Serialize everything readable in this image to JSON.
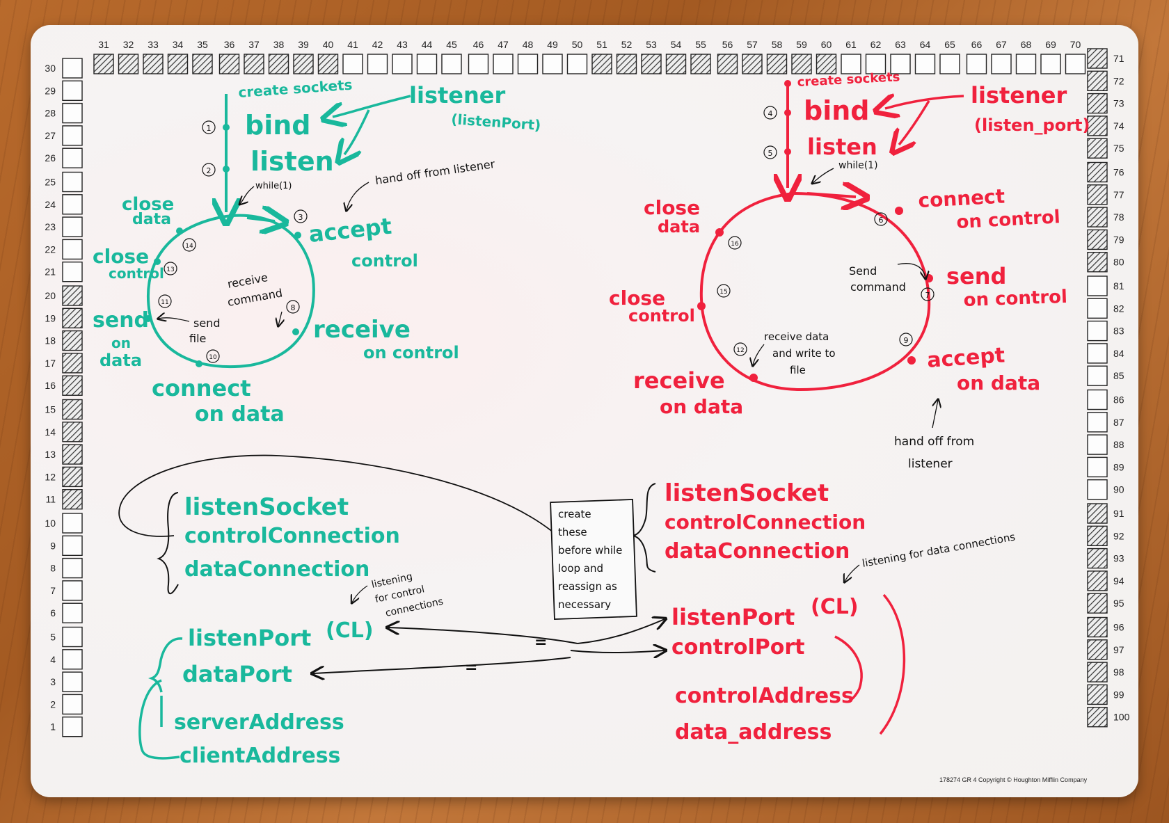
{
  "board": {
    "top_numbers": [
      "31",
      "32",
      "33",
      "34",
      "35",
      "36",
      "37",
      "38",
      "39",
      "40",
      "41",
      "42",
      "43",
      "44",
      "45",
      "46",
      "47",
      "48",
      "49",
      "50",
      "51",
      "52",
      "53",
      "54",
      "55",
      "56",
      "57",
      "58",
      "59",
      "60",
      "61",
      "62",
      "63",
      "64",
      "65",
      "66",
      "67",
      "68",
      "69",
      "70"
    ],
    "left_numbers": [
      "30",
      "29",
      "28",
      "27",
      "26",
      "25",
      "24",
      "23",
      "22",
      "21",
      "20",
      "19",
      "18",
      "17",
      "16",
      "15",
      "14",
      "13",
      "12",
      "11",
      "10",
      "9",
      "8",
      "7",
      "6",
      "5",
      "4",
      "3",
      "2",
      "1"
    ],
    "right_numbers": [
      "71",
      "72",
      "73",
      "74",
      "75",
      "76",
      "77",
      "78",
      "79",
      "80",
      "81",
      "82",
      "83",
      "84",
      "85",
      "86",
      "87",
      "88",
      "89",
      "90",
      "91",
      "92",
      "93",
      "94",
      "95",
      "96",
      "97",
      "98",
      "99",
      "100"
    ],
    "copyright": "178274 GR 4 Copyright © Houghton Mifflin Company"
  },
  "colors": {
    "teal": "#19b89c",
    "red": "#f0213d",
    "black": "#111111"
  },
  "client_diagram": {
    "create_sockets": "create sockets",
    "bind": "bind",
    "listen": "listen",
    "listener": "listener",
    "listener_arg": "(listenPort)",
    "while": "while(1)",
    "hand_off": "hand off from listener",
    "accept": "accept",
    "accept_sub": "control",
    "receive": "receive",
    "receive_sub": "on control",
    "connect": "connect",
    "connect_sub": "on data",
    "send": "send",
    "send_sub1": "on",
    "send_sub2": "data",
    "close_control1": "close",
    "close_control2": "control",
    "close_data1": "close",
    "close_data2": "data",
    "receive_command1": "receive",
    "receive_command2": "command",
    "send_file1": "send",
    "send_file2": "file",
    "steps": [
      "1",
      "2",
      "3",
      "8",
      "11",
      "10",
      "13",
      "14"
    ]
  },
  "server_diagram": {
    "create_sockets": "create sockets",
    "bind": "bind",
    "listen": "listen",
    "listener": "listener",
    "listener_arg": "(listen_port)",
    "while": "while(1)",
    "connect": "connect",
    "connect_sub": "on control",
    "send": "send",
    "send_sub": "on control",
    "accept": "accept",
    "accept_sub": "on data",
    "receive": "receive",
    "receive_sub": "on data",
    "close_control1": "close",
    "close_control2": "control",
    "close_data1": "close",
    "close_data2": "data",
    "send_command1": "Send",
    "send_command2": "command",
    "receive_data1": "receive data",
    "receive_data2": "and write to",
    "receive_data3": "file",
    "hand_off1": "hand off from",
    "hand_off2": "listener",
    "steps": [
      "4",
      "5",
      "6",
      "7",
      "9",
      "12",
      "15",
      "16"
    ]
  },
  "variables": {
    "left": [
      "listenSocket",
      "controlConnection",
      "dataConnection"
    ],
    "right": [
      "listenSocket",
      "controlConnection",
      "dataConnection"
    ],
    "note": [
      "create",
      "these",
      "before while",
      "loop and",
      "reassign as",
      "necessary"
    ],
    "listening_control": [
      "listening",
      "for control",
      "connections"
    ],
    "listening_data": "listening for data connections",
    "left_ports": [
      "listenPort",
      "(CL)",
      "dataPort",
      "serverAddress",
      "clientAddress"
    ],
    "right_ports": [
      "listenPort",
      "(CL)",
      "controlPort",
      "controlAddress",
      "data_address"
    ],
    "equals": "="
  }
}
